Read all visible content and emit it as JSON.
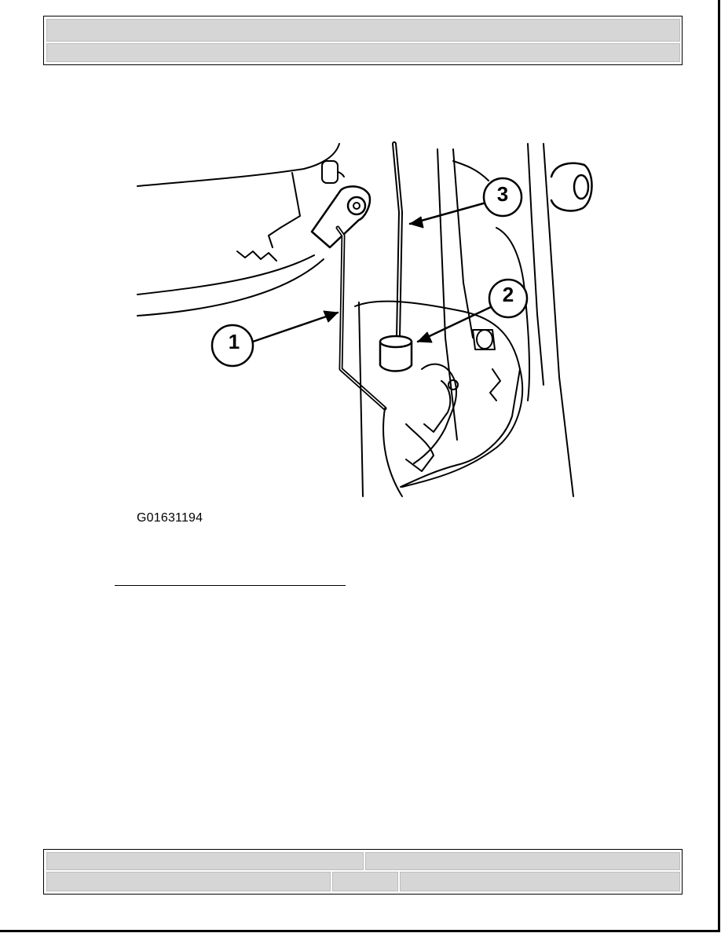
{
  "header": {
    "title": "",
    "subtitle": ""
  },
  "figure": {
    "id": "G01631194",
    "callouts": [
      "1",
      "2",
      "3"
    ]
  },
  "footer": {
    "cell1": "",
    "cell2": "",
    "cell3": "",
    "cell4": "",
    "cell5": ""
  }
}
